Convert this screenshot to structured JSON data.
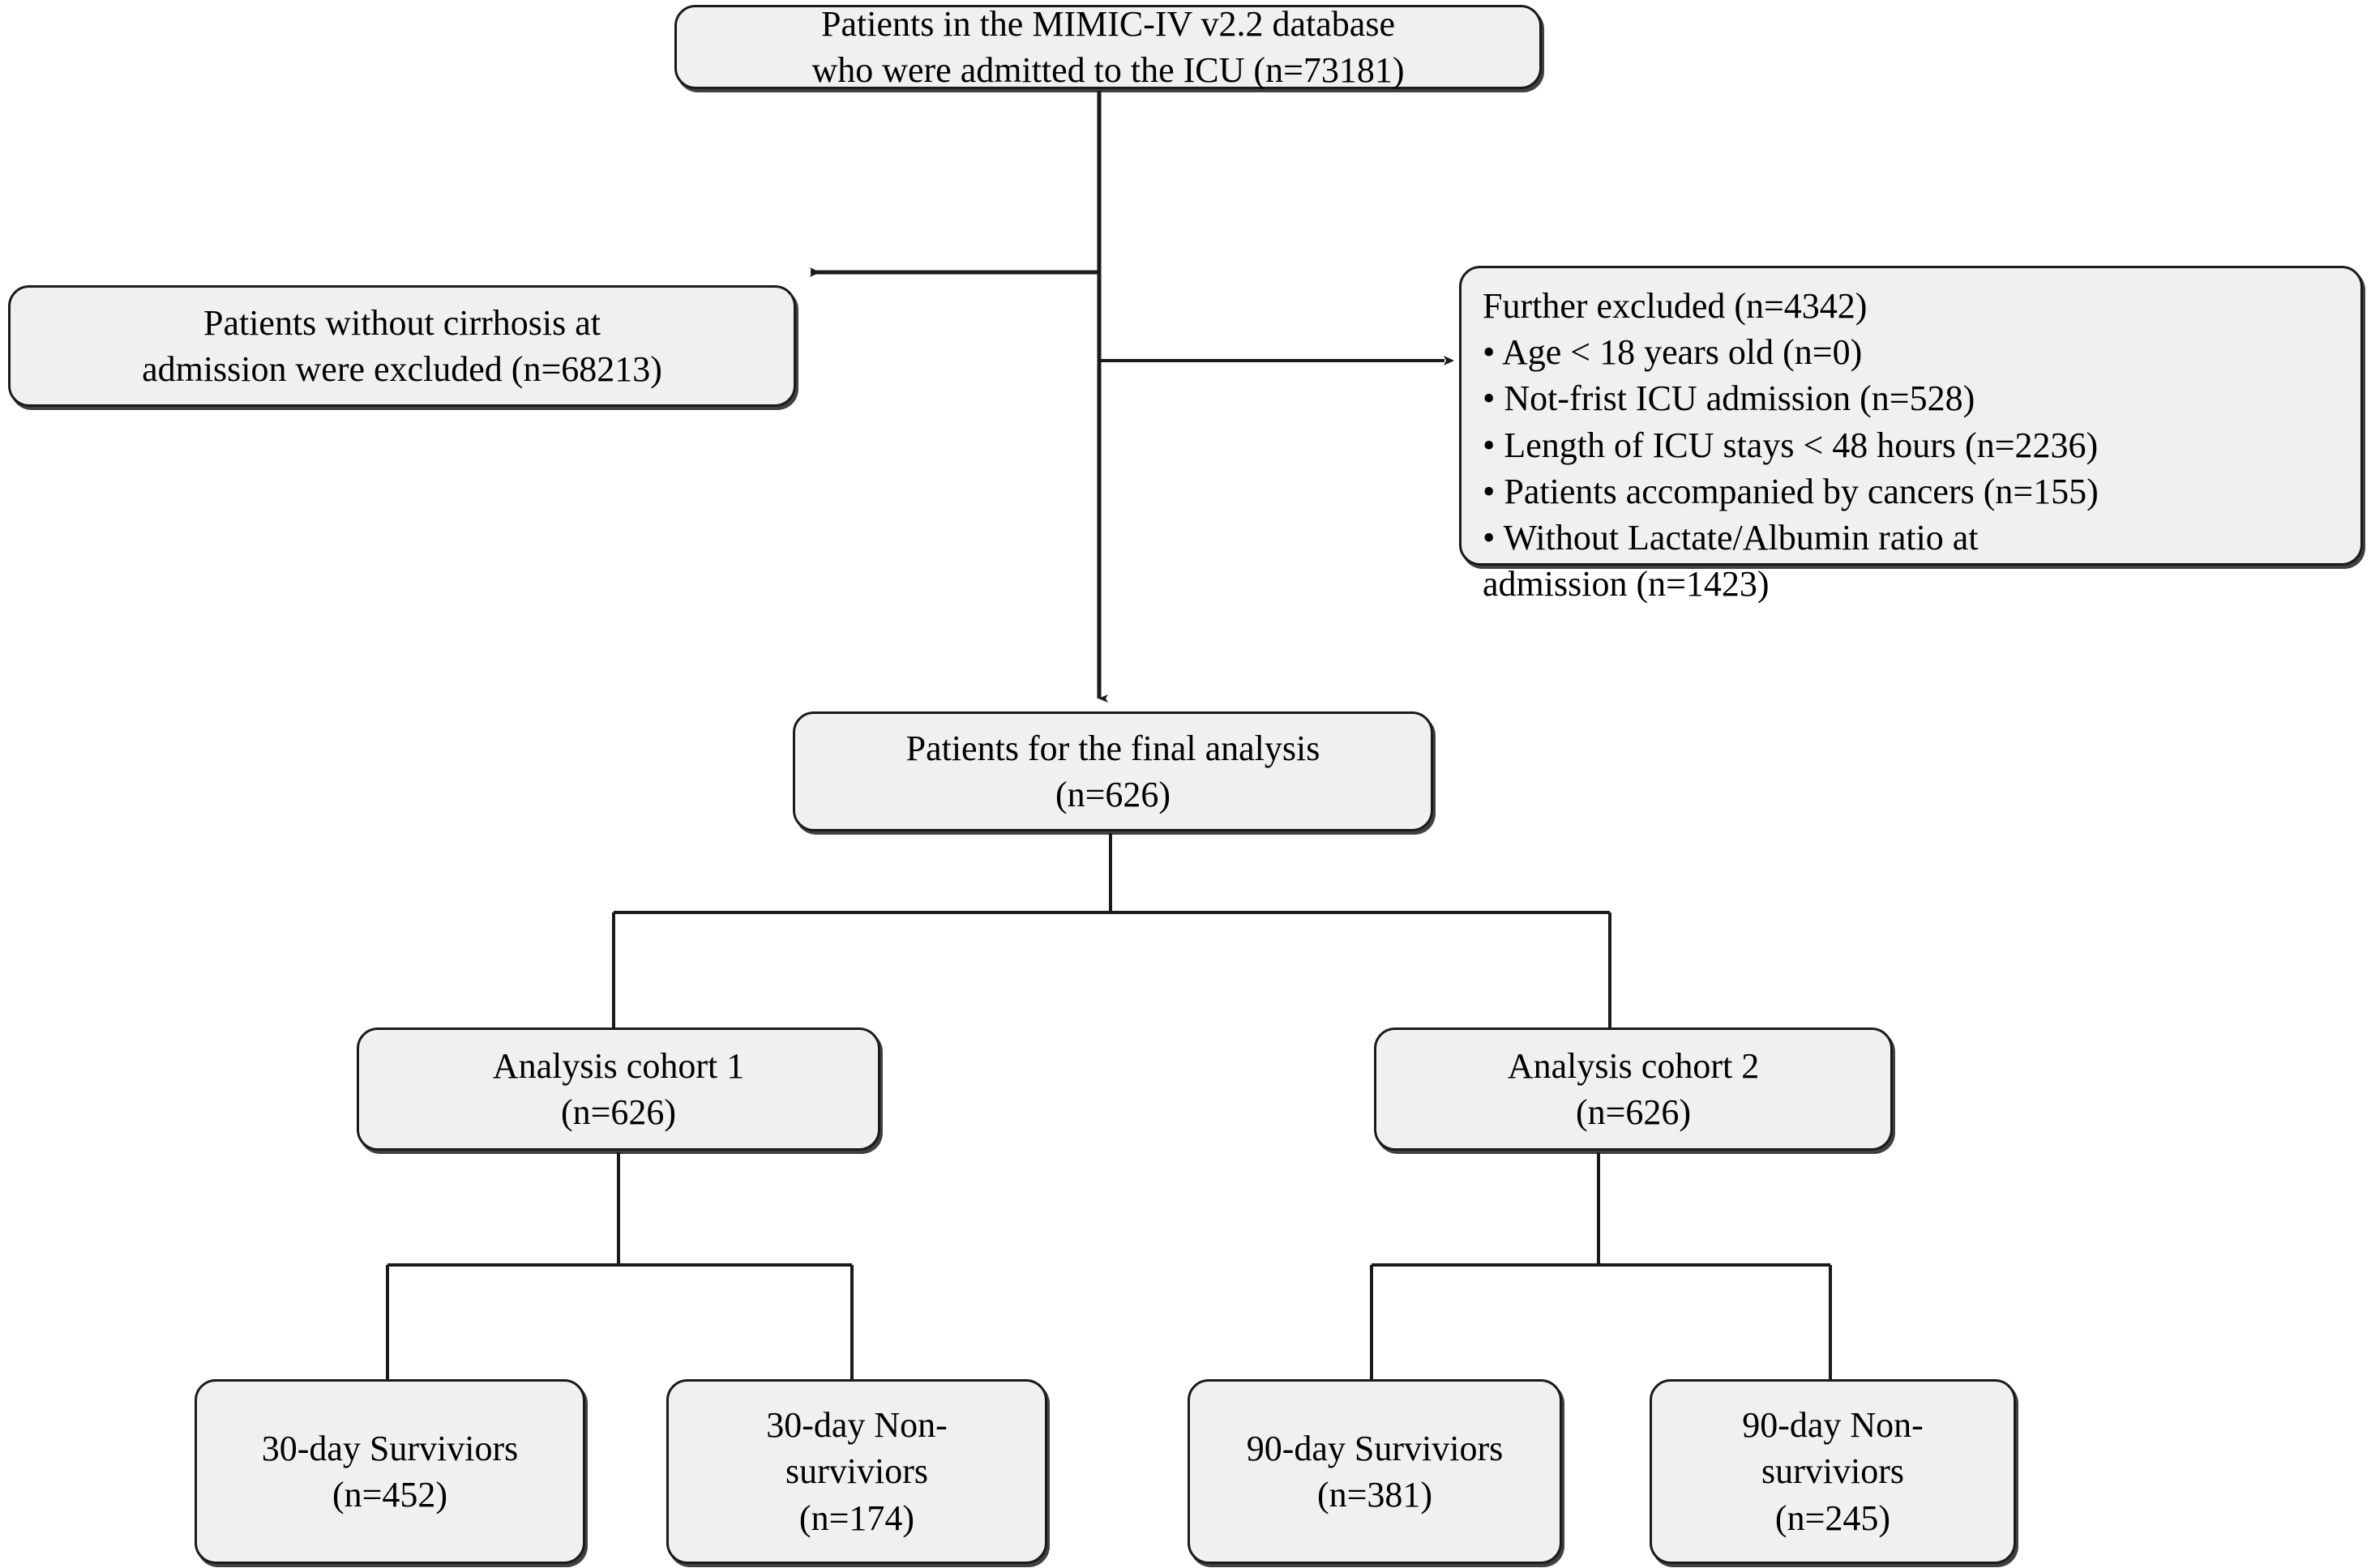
{
  "diagram": {
    "type": "flowchart",
    "title": "Patient selection flow diagram",
    "colors": {
      "node_fill": "#f0f0f0",
      "node_border": "#1a1a1a",
      "connector": "#1a1a1a",
      "background": "#ffffff",
      "text": "#000000"
    },
    "nodes": {
      "source": {
        "label": "Patients in the MIMIC-IV v2.2 database\nwho were admitted to the ICU (n=73181)",
        "n": 73181
      },
      "excluded_left": {
        "label": "Patients without cirrhosis at\nadmission were excluded (n=68213)",
        "n": 68213
      },
      "excluded_right": {
        "label": "Further excluded (n=4342)\n• Age < 18 years old (n=0)\n• Not-frist ICU admission (n=528)\n• Length of ICU stays < 48 hours (n=2236)\n• Patients accompanied by cancers (n=155)\n• Without Lactate/Albumin ratio at\nadmission (n=1423)",
        "n": 4342,
        "items": [
          {
            "text": "Age < 18 years old (n=0)",
            "n": 0
          },
          {
            "text": "Not-frist ICU admission (n=528)",
            "n": 528
          },
          {
            "text": "Length of ICU stays < 48 hours (n=2236)",
            "n": 2236
          },
          {
            "text": "Patients accompanied by cancers (n=155)",
            "n": 155
          },
          {
            "text": "Without Lactate/Albumin ratio at admission (n=1423)",
            "n": 1423
          }
        ]
      },
      "final": {
        "label": "Patients for the final analysis\n(n=626)",
        "n": 626
      },
      "cohort1": {
        "label": "Analysis cohort 1\n(n=626)",
        "n": 626
      },
      "cohort2": {
        "label": "Analysis cohort 2\n(n=626)",
        "n": 626
      },
      "leaf1": {
        "label": "30-day Surviviors\n(n=452)",
        "n": 452
      },
      "leaf2": {
        "label": "30-day Non-\nsurviviors\n(n=174)",
        "n": 174
      },
      "leaf3": {
        "label": "90-day Surviviors\n(n=381)",
        "n": 381
      },
      "leaf4": {
        "label": "90-day Non-\nsurviviors\n(n=245)",
        "n": 245
      }
    },
    "edges": [
      {
        "from": "source",
        "to": "final",
        "style": "arrow-down"
      },
      {
        "from": "source",
        "to": "excluded_left",
        "style": "arrow-left"
      },
      {
        "from": "source",
        "to": "excluded_right",
        "style": "arrow-right"
      },
      {
        "from": "final",
        "to": "cohort1",
        "style": "elbow"
      },
      {
        "from": "final",
        "to": "cohort2",
        "style": "elbow"
      },
      {
        "from": "cohort1",
        "to": "leaf1",
        "style": "elbow"
      },
      {
        "from": "cohort1",
        "to": "leaf2",
        "style": "elbow"
      },
      {
        "from": "cohort2",
        "to": "leaf3",
        "style": "elbow"
      },
      {
        "from": "cohort2",
        "to": "leaf4",
        "style": "elbow"
      }
    ]
  }
}
